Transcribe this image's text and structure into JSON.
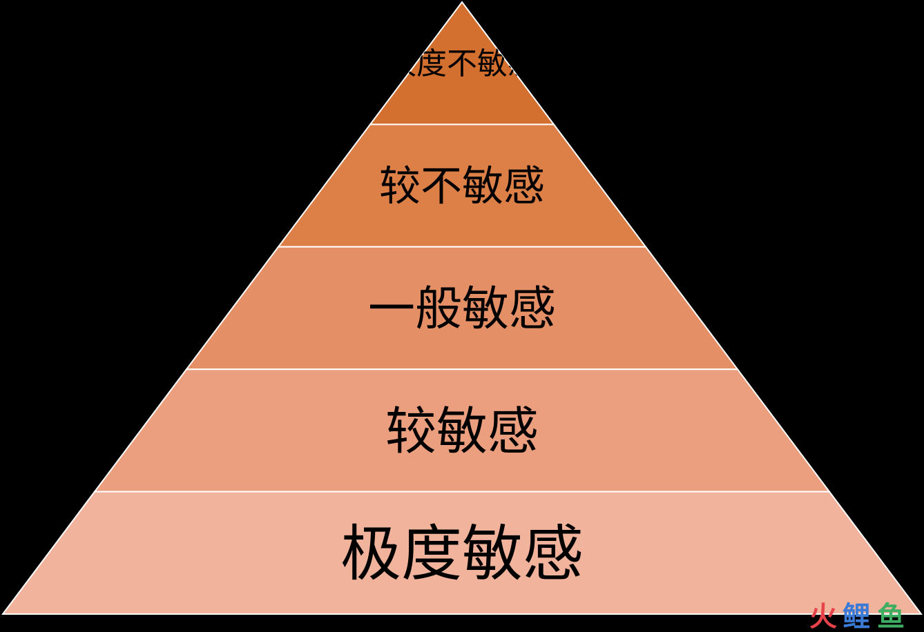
{
  "pyramid": {
    "layers": [
      {
        "label": "极度不敏感",
        "color": "#D3702F"
      },
      {
        "label": "较不敏感",
        "color": "#DD8048"
      },
      {
        "label": "一般敏感",
        "color": "#E58F67"
      },
      {
        "label": "较敏感",
        "color": "#EC9F7F"
      },
      {
        "label": "极度敏感",
        "color": "#F2B39D"
      }
    ],
    "divider_color": "#FFFFFF",
    "background": "#000000"
  },
  "watermark": {
    "chars": [
      {
        "text": "火",
        "color": "#E8424A"
      },
      {
        "text": "鲤",
        "color": "#3B7BD6"
      },
      {
        "text": "鱼",
        "color": "#3FAE62"
      }
    ]
  }
}
